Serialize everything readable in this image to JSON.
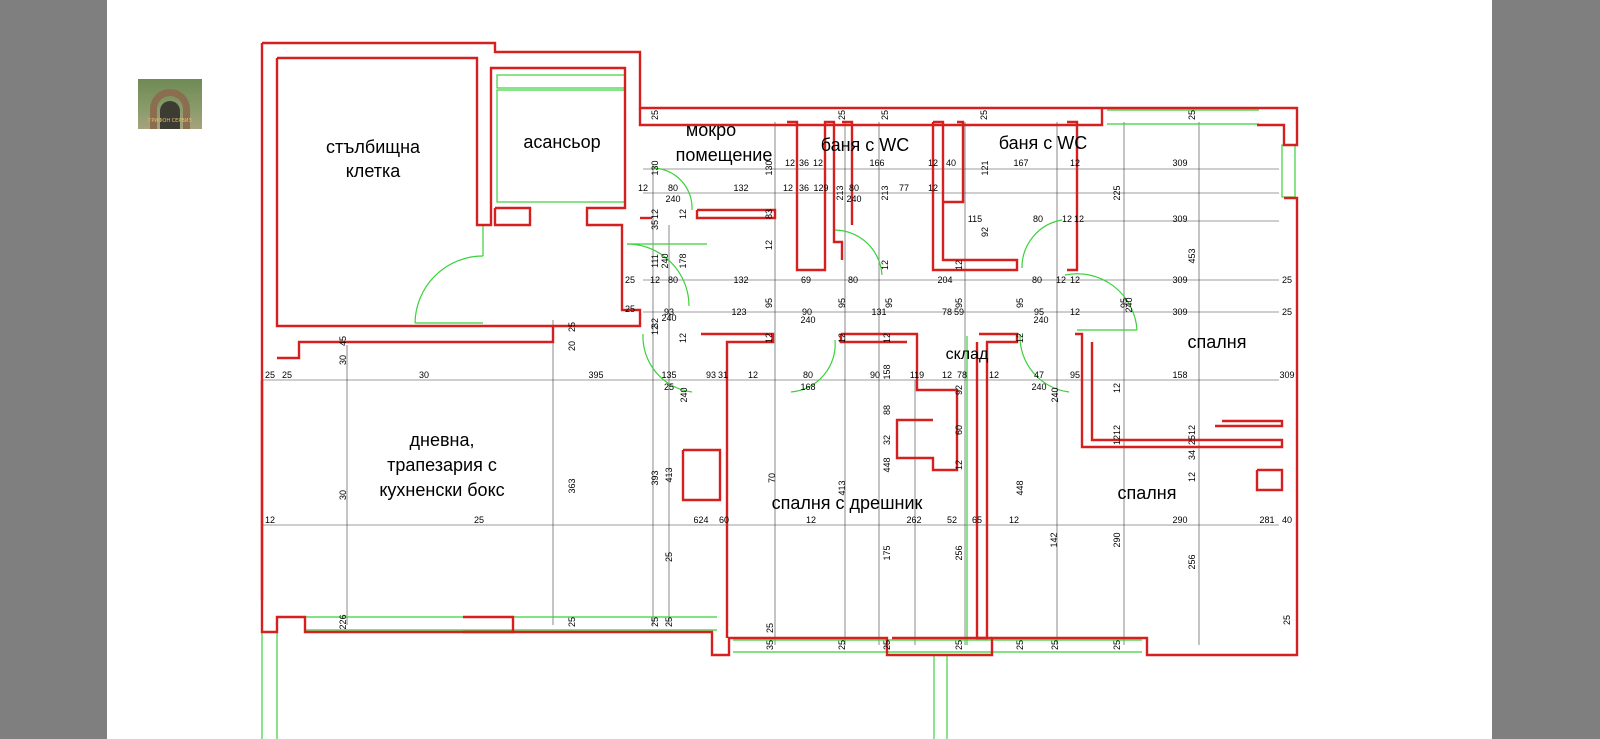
{
  "colors": {
    "viewer_background": "#7f7f7f",
    "sheet": "#ffffff",
    "walls": "#d62020",
    "doors_windows": "#3bd13b",
    "dimensions": "#3a3a3a"
  },
  "logo": {
    "icon": "stone-arch-logo-icon",
    "caption": "ГРИФОН СЕРВИЗ"
  },
  "rooms": {
    "stairwell": {
      "line1": "стълбищна",
      "line2": "клетка"
    },
    "elevator": "асансьор",
    "wet_room": {
      "line1": "мокро",
      "line2": "помещение"
    },
    "bath_wc_1": "баня с WC",
    "bath_wc_2": "баня с WC",
    "storage": "склад",
    "bedroom_east_top": "спалня",
    "living": {
      "line1": "дневна,",
      "line2": "трапезария с",
      "line3": "кухненски бокс"
    },
    "bedroom_wardrobe": "спалня с дрешник",
    "bedroom_east_bottom": "спалня"
  },
  "dimensions": [
    "25",
    "25",
    "25",
    "25",
    "25",
    "130",
    "130",
    "12",
    "36",
    "12",
    "166",
    "12",
    "40",
    "121",
    "167",
    "12",
    "309",
    "12",
    "80",
    "132",
    "12",
    "36",
    "129",
    "213",
    "80",
    "213",
    "77",
    "12",
    "225",
    "240",
    "240",
    "35",
    "12",
    "12",
    "83",
    "12",
    "115",
    "80",
    "12",
    "12",
    "92",
    "309",
    "309",
    "111",
    "240",
    "178",
    "25",
    "12",
    "80",
    "132",
    "69",
    "80",
    "12",
    "204",
    "12",
    "80",
    "12",
    "12",
    "453",
    "25",
    "25",
    "93",
    "123",
    "95",
    "90",
    "95",
    "131",
    "95",
    "78",
    "95",
    "59",
    "95",
    "95",
    "12",
    "95",
    "240",
    "309",
    "25",
    "12",
    "32",
    "240",
    "240",
    "240",
    "12",
    "12",
    "12",
    "12",
    "12",
    "45",
    "25",
    "30",
    "20",
    "25",
    "25",
    "30",
    "395",
    "135",
    "93",
    "31",
    "12",
    "80",
    "90",
    "119",
    "12",
    "78",
    "12",
    "47",
    "95",
    "12",
    "158",
    "309",
    "25",
    "240",
    "168",
    "240",
    "240",
    "158",
    "88",
    "32",
    "60",
    "92",
    "12",
    "12",
    "25",
    "34",
    "12",
    "30",
    "363",
    "393",
    "413",
    "70",
    "413",
    "448",
    "448",
    "12",
    "12",
    "12",
    "25",
    "624",
    "60",
    "12",
    "262",
    "52",
    "65",
    "12",
    "142",
    "290",
    "290",
    "281",
    "40",
    "25",
    "175",
    "256",
    "256",
    "226",
    "25",
    "25",
    "25",
    "25",
    "35",
    "25",
    "25",
    "25",
    "25",
    "25",
    "25",
    "25",
    "25"
  ]
}
